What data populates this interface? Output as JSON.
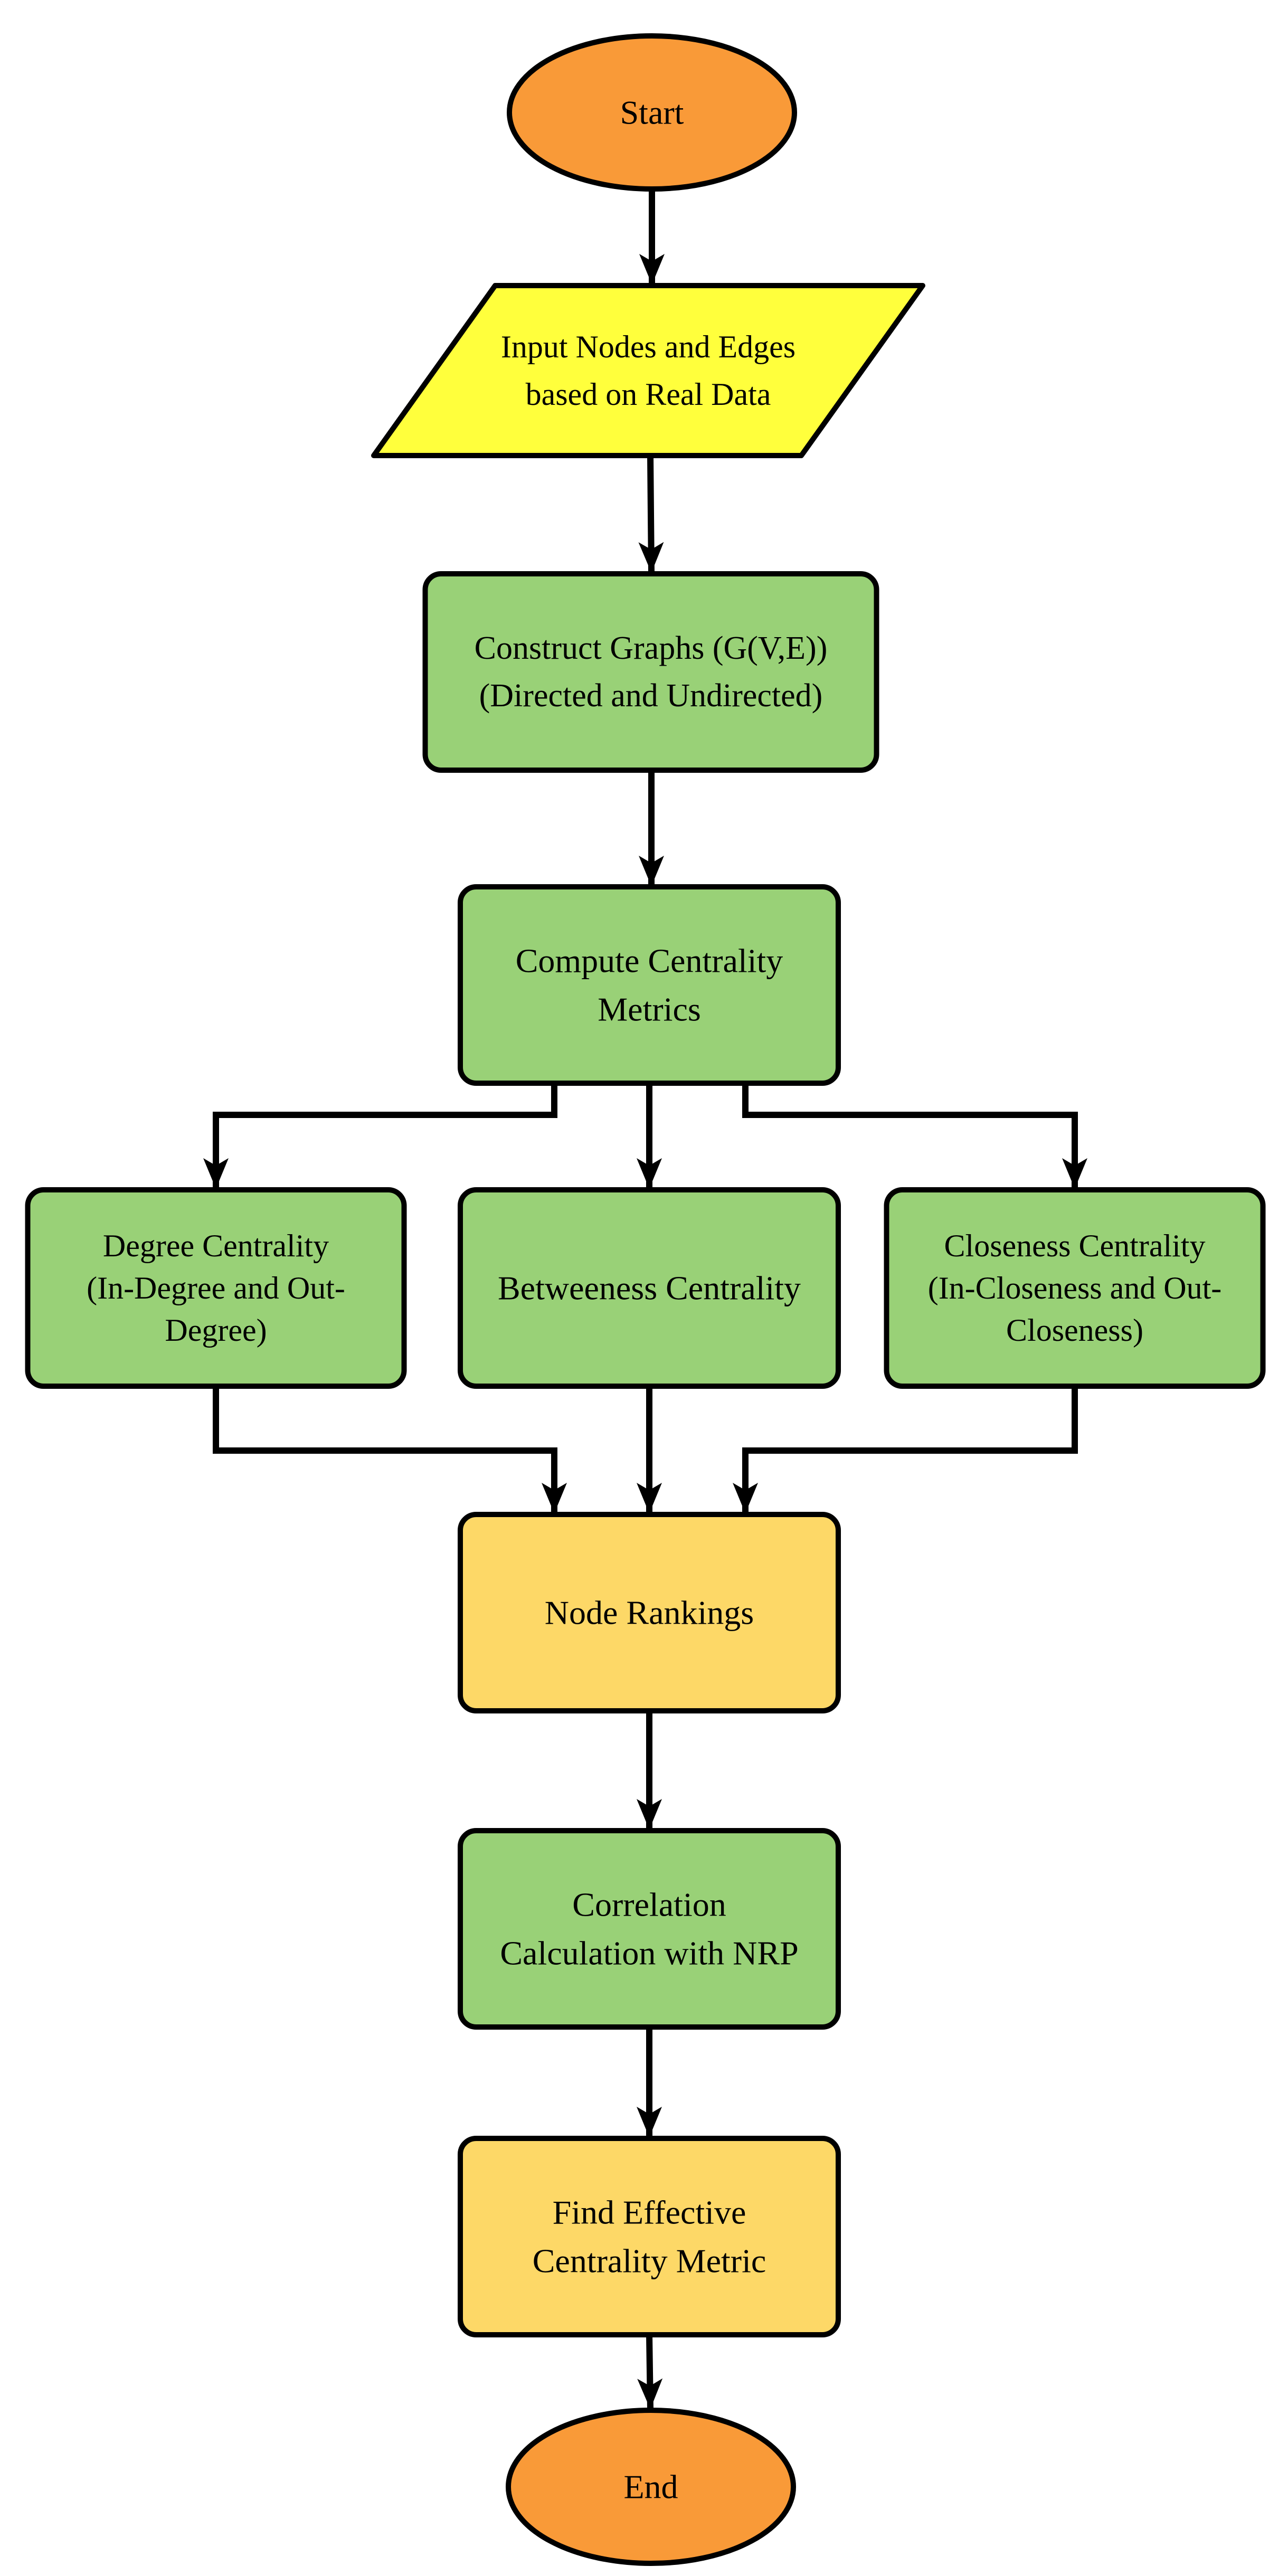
{
  "colors": {
    "terminal": "#F99A38",
    "io": "#FFFF3C",
    "process": "#99D177",
    "result": "#FDD867",
    "stroke": "#000000"
  },
  "nodes": {
    "start": {
      "shape": "ellipse",
      "lines": [
        "Start"
      ]
    },
    "input": {
      "shape": "parallelogram",
      "lines": [
        "Input Nodes and Edges",
        "based on Real Data"
      ]
    },
    "construct": {
      "shape": "rounded-rect",
      "lines": [
        "Construct Graphs (G(V,E))",
        "(Directed and Undirected)"
      ]
    },
    "compute": {
      "shape": "rounded-rect",
      "lines": [
        "Compute Centrality",
        "Metrics"
      ]
    },
    "degree": {
      "shape": "rounded-rect",
      "lines": [
        "Degree Centrality",
        "(In-Degree and Out-",
        "Degree)"
      ]
    },
    "betweeness": {
      "shape": "rounded-rect",
      "lines": [
        "Betweeness Centrality"
      ]
    },
    "closeness": {
      "shape": "rounded-rect",
      "lines": [
        "Closeness Centrality",
        "(In-Closeness and Out-",
        "Closeness)"
      ]
    },
    "rankings": {
      "shape": "rounded-rect",
      "lines": [
        "Node Rankings"
      ]
    },
    "correlation": {
      "shape": "rounded-rect",
      "lines": [
        "Correlation",
        "Calculation with NRP"
      ]
    },
    "effective": {
      "shape": "rounded-rect",
      "lines": [
        "Find Effective",
        "Centrality Metric"
      ]
    },
    "end": {
      "shape": "ellipse",
      "lines": [
        "End"
      ]
    }
  },
  "edges": [
    {
      "from": "start",
      "to": "input"
    },
    {
      "from": "input",
      "to": "construct"
    },
    {
      "from": "construct",
      "to": "compute"
    },
    {
      "from": "compute",
      "to": "degree"
    },
    {
      "from": "compute",
      "to": "betweeness"
    },
    {
      "from": "compute",
      "to": "closeness"
    },
    {
      "from": "degree",
      "to": "rankings"
    },
    {
      "from": "betweeness",
      "to": "rankings"
    },
    {
      "from": "closeness",
      "to": "rankings"
    },
    {
      "from": "rankings",
      "to": "correlation"
    },
    {
      "from": "correlation",
      "to": "effective"
    },
    {
      "from": "effective",
      "to": "end"
    }
  ]
}
